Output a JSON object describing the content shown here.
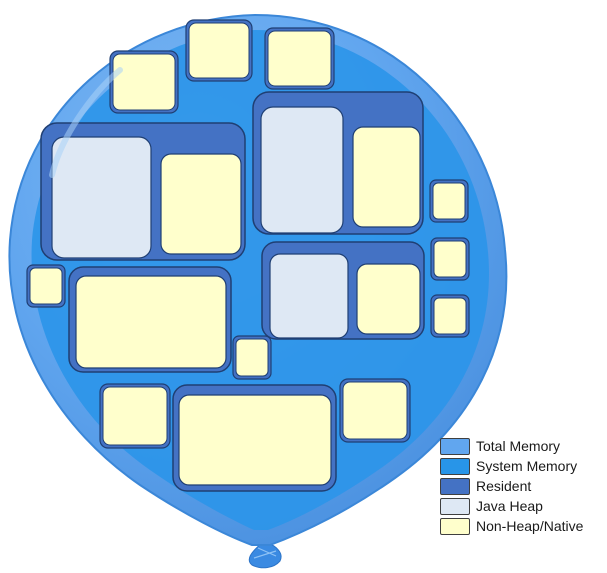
{
  "legend": {
    "items": [
      {
        "label": "Total Memory",
        "color": "#61A6EF"
      },
      {
        "label": "System Memory",
        "color": "#2895E8"
      },
      {
        "label": "Resident",
        "color": "#4472C4"
      },
      {
        "label": "Java Heap",
        "color": "#DEE8F4"
      },
      {
        "label": "Non-Heap/Native",
        "color": "#FFFFCC"
      }
    ]
  },
  "colors": {
    "balloon": "#61A6EF",
    "system": "#2895E8",
    "resident": "#4472C4",
    "heap": "#DEE8F4",
    "native": "#FFFFCC",
    "outline": "#1F3F73"
  }
}
